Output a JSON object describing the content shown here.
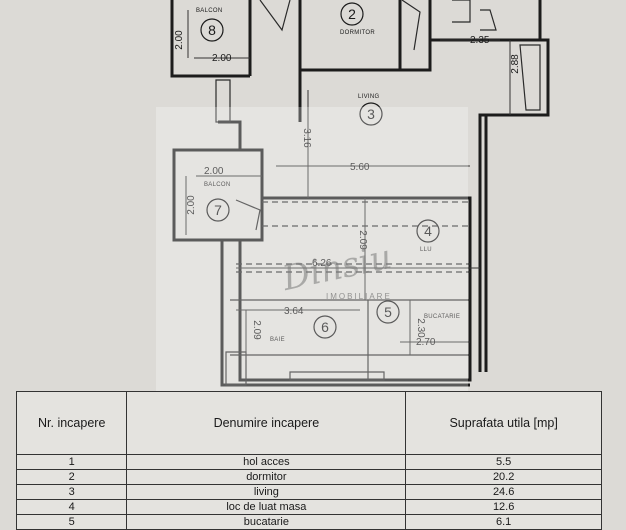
{
  "rooms": [
    {
      "num": "8",
      "name": "BALCON"
    },
    {
      "num": "2",
      "name": "DORMITOR"
    },
    {
      "num": "3",
      "name": "LIVING"
    },
    {
      "num": "7",
      "name": "BALCON"
    },
    {
      "num": "4",
      "name": "LLU"
    },
    {
      "num": "5",
      "name": "BUCATARIE"
    },
    {
      "num": "6",
      "name": "BAIE"
    }
  ],
  "dimensions": [
    "2.00",
    "2.00",
    "2.35",
    "2.88",
    "3.16",
    "2.00",
    "5.60",
    "2.00",
    "2.09",
    "6.26",
    "3.64",
    "2.09",
    "2.30",
    "2.70"
  ],
  "watermark": {
    "script": "Dinsiu",
    "subtitle": "IMOBILIARE"
  },
  "table": {
    "headers": [
      "Nr. incapere",
      "Denumire incapere",
      "Suprafata utila [mp]"
    ],
    "rows": [
      [
        "1",
        "hol acces",
        "5.5"
      ],
      [
        "2",
        "dormitor",
        "20.2"
      ],
      [
        "3",
        "living",
        "24.6"
      ],
      [
        "4",
        "loc de luat masa",
        "12.6"
      ],
      [
        "5",
        "bucatarie",
        "6.1"
      ]
    ]
  }
}
